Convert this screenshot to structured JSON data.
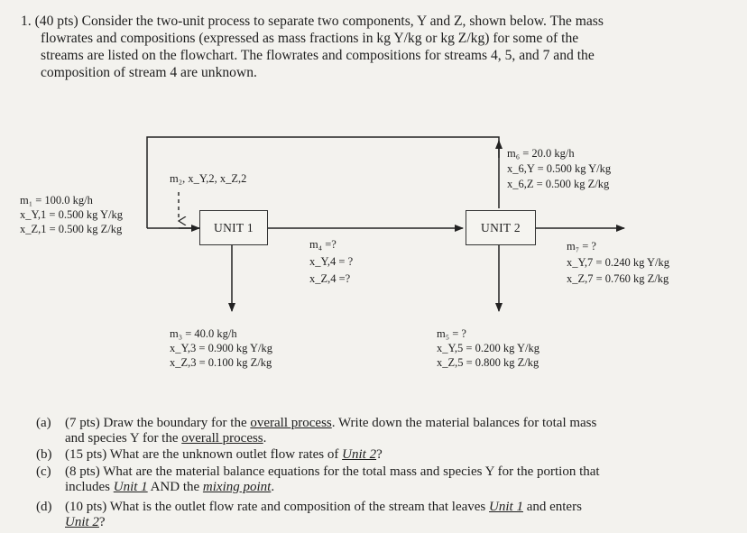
{
  "problem": {
    "number": "1.",
    "points": "(40 pts)",
    "line1": "Consider the two-unit process to separate two components, Y and Z, shown below.  The mass",
    "line2": "flowrates and compositions (expressed as mass fractions in kg Y/kg or kg Z/kg) for some of the",
    "line3": "streams are listed on the flowchart. The flowrates and compositions for streams 4, 5, and 7 and the",
    "line4": "composition of stream 4 are unknown."
  },
  "flowchart": {
    "units": {
      "unit1": "UNIT 1",
      "unit2": "UNIT 2"
    },
    "stream1": {
      "m": "m₁ = 100.0 kg/h",
      "xy": "x_Y,1 = 0.500 kg Y/kg",
      "xz": "x_Z,1 = 0.500 kg Z/kg"
    },
    "stream2": {
      "label": "m₂, x_Y,2, x_Z,2"
    },
    "stream3": {
      "m": "m₃ = 40.0 kg/h",
      "xy": "x_Y,3 = 0.900 kg Y/kg",
      "xz": "x_Z,3 = 0.100 kg Z/kg"
    },
    "stream4": {
      "m": "m₄ =?",
      "xy": "x_Y,4 = ?",
      "xz": "x_Z,4 =?"
    },
    "stream5": {
      "m": "m₅ = ?",
      "xy": "x_Y,5 = 0.200 kg Y/kg",
      "xz": "x_Z,5 = 0.800 kg Z/kg"
    },
    "stream6": {
      "m": "m₆ = 20.0 kg/h",
      "xy": "x_6,Y = 0.500 kg Y/kg",
      "xz": "x_6,Z = 0.500 kg Z/kg"
    },
    "stream7": {
      "m": "m₇ = ?",
      "xy": "x_Y,7 = 0.240 kg Y/kg",
      "xz": "x_Z,7 = 0.760 kg Z/kg"
    }
  },
  "questions": {
    "a": {
      "tag": "(a)",
      "pre": "(7 pts) Draw the boundary for the ",
      "u1": "overall process",
      "mid": ". Write down the material balances for total mass",
      "cont_pre": "and species Y for the ",
      "u2": "overall process",
      "cont_post": "."
    },
    "b": {
      "tag": "(b)",
      "pre": "(15 pts) What are the unknown outlet flow rates of ",
      "u1": "Unit 2",
      "post": "?"
    },
    "c": {
      "tag": "(c)",
      "pre": "(8 pts) What are the material balance equations for the total mass and species Y for the portion that",
      "cont_pre": "includes ",
      "u1": "Unit 1",
      "cont_mid": " AND the ",
      "u2": "mixing point",
      "cont_post": "."
    },
    "d": {
      "tag": "(d)",
      "pre": "(10 pts) What is the outlet flow rate and composition of the stream that leaves ",
      "u1": "Unit 1",
      "post": " and enters",
      "u2": "Unit 2",
      "cont_post": "?"
    }
  }
}
